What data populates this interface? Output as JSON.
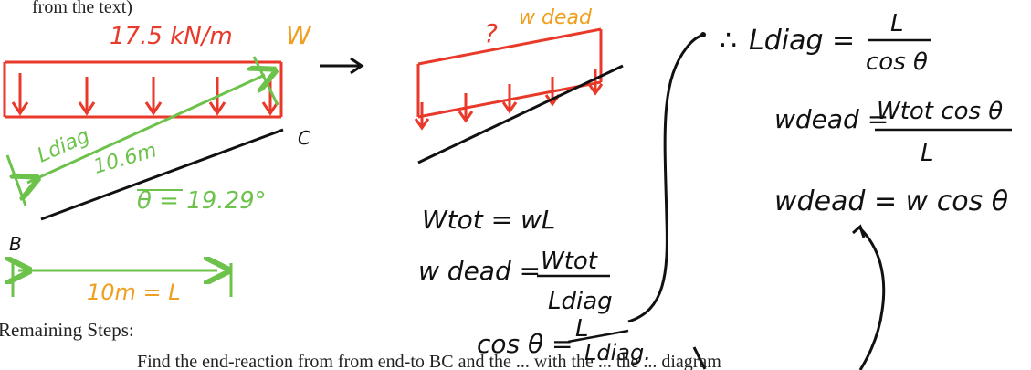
{
  "printed_text": {
    "header_fragment": "from the text)",
    "remaining_steps": "Remaining Steps:",
    "bottom_line": "Find the end-reaction from from end-to BC and the ... with the ... the ... diagram"
  },
  "left_figure": {
    "load_label": "17.5 kN/m",
    "load_symbol": "W",
    "diag_label": "Ldiag",
    "diag_length": "10.6m",
    "angle_label": "θ = 19.29°",
    "point_c": "C",
    "point_b": "B",
    "span_label": "10m = L"
  },
  "middle_figure": {
    "question": "?",
    "w_dead": "w dead"
  },
  "equations_middle": {
    "eq1": "Wtot = wL",
    "eq2_lhs": "w dead =",
    "eq2_num": "Wtot",
    "eq2_den": "Ldiag",
    "eq3_lhs": "cos θ =",
    "eq3_num": "L",
    "eq3_den": "Ldiag."
  },
  "equations_right": {
    "therefore": "∴",
    "eq1_lhs": "Ldiag =",
    "eq1_num": "L",
    "eq1_den": "cos θ",
    "eq2_lhs": "wdead =",
    "eq2_num": "Wtot cos θ",
    "eq2_den": "L",
    "eq3": "wdead = w cos θ"
  },
  "colors": {
    "load": "#e8392a",
    "load_label": "#e83a2a",
    "symbol_w": "#f0a020",
    "dimension": "#6cc24a",
    "ink": "#111111"
  }
}
